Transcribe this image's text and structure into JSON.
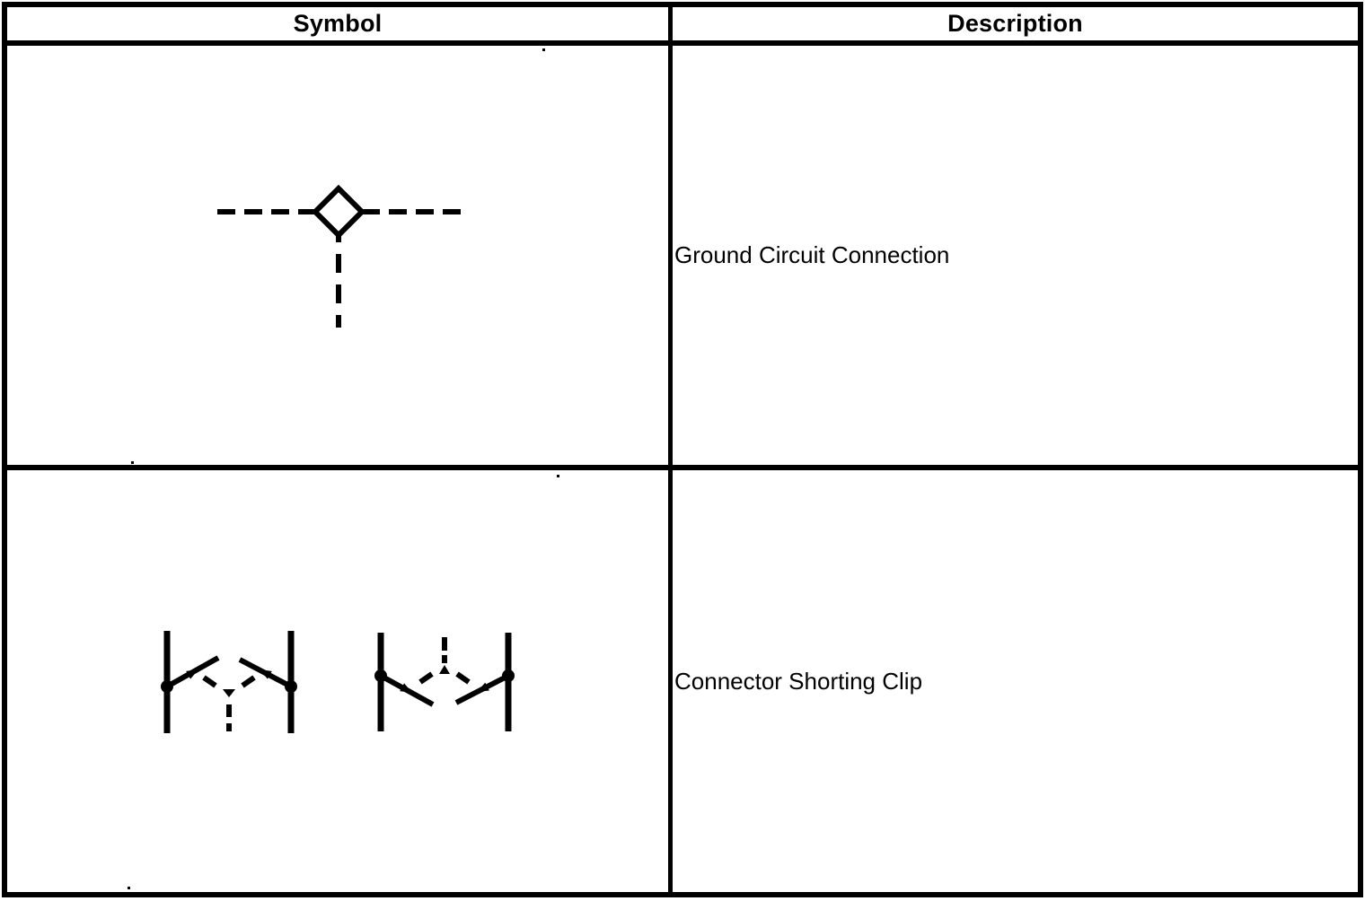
{
  "page": {
    "background": "#ffffff",
    "line_color": "#000000"
  },
  "table": {
    "columns": [
      {
        "label": "Symbol"
      },
      {
        "label": "Description"
      }
    ],
    "rows": [
      {
        "symbol": "ground-circuit-connection-symbol",
        "description": "Ground Circuit Connection"
      },
      {
        "symbol": "connector-shorting-clip-symbol",
        "description": "Connector Shorting Clip"
      }
    ]
  }
}
